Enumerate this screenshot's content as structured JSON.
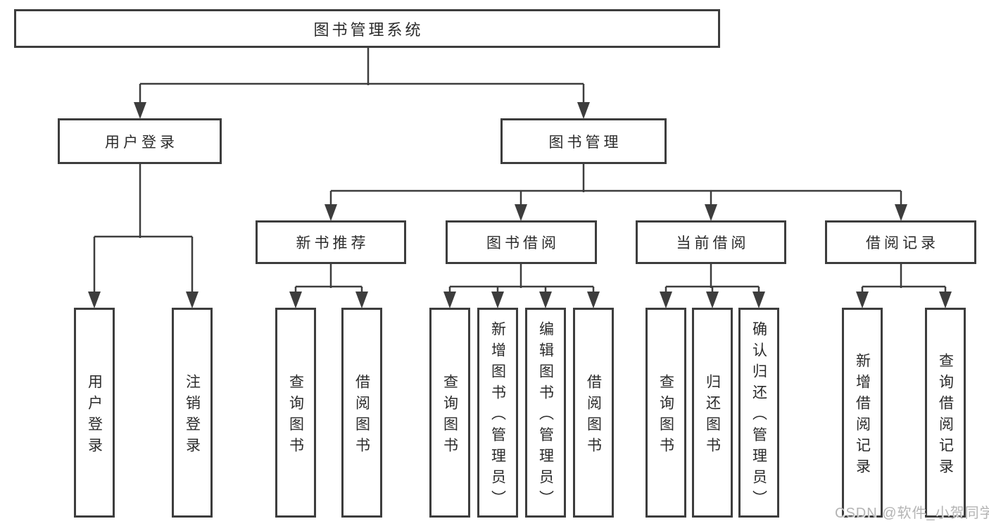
{
  "tree": {
    "label": "图书管理系统",
    "children": [
      {
        "label": "用户登录",
        "children": [
          {
            "label": "用户登录"
          },
          {
            "label": "注销登录"
          }
        ]
      },
      {
        "label": "图书管理",
        "children": [
          {
            "label": "新书推荐",
            "children": [
              {
                "label": "查询图书"
              },
              {
                "label": "借阅图书"
              }
            ]
          },
          {
            "label": "图书借阅",
            "children": [
              {
                "label": "查询图书"
              },
              {
                "label": "新增图书（管理员）"
              },
              {
                "label": "编辑图书（管理员）"
              },
              {
                "label": "借阅图书"
              }
            ]
          },
          {
            "label": "当前借阅",
            "children": [
              {
                "label": "查询图书"
              },
              {
                "label": "归还图书"
              },
              {
                "label": "确认归还（管理员）"
              }
            ]
          },
          {
            "label": "借阅记录",
            "children": [
              {
                "label": "新增借阅记录"
              },
              {
                "label": "查询借阅记录"
              }
            ]
          }
        ]
      }
    ]
  },
  "watermark": {
    "text": "CSDN @软件_小贺同学"
  },
  "colors": {
    "line": "#3d3d3d",
    "box_border": "#3d3d3d",
    "box_background": "#ffffff",
    "text": "#2b2b2b",
    "watermark": "#b4b4b4"
  }
}
